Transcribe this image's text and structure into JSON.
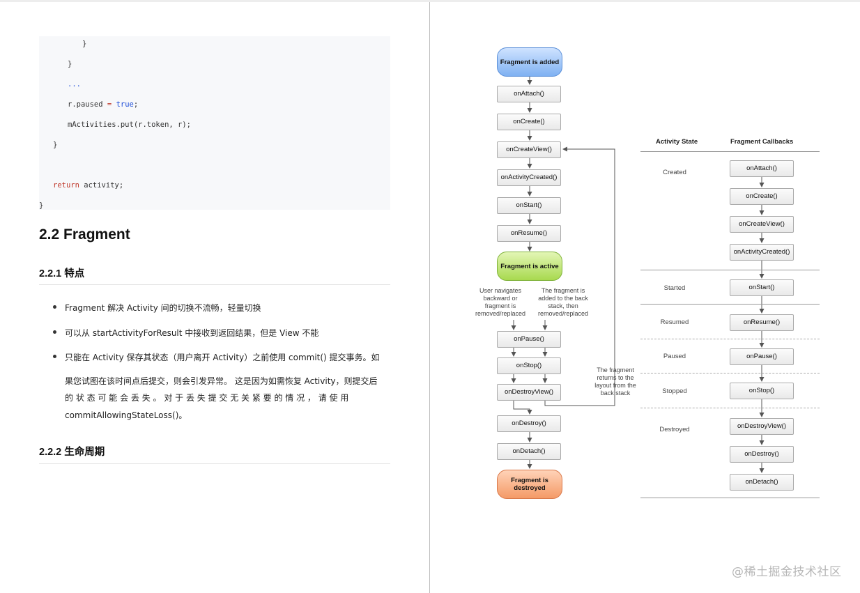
{
  "code": {
    "lines": [
      "}",
      "}",
      "...",
      "r.paused = true;",
      "mActivities.put(r.token, r);",
      "}",
      "return activity;",
      "}"
    ]
  },
  "section": {
    "title": "2.2 Fragment",
    "sub1_title": "2.2.1  特点",
    "bullets": [
      "Fragment  解决  Activity  间的切换不流畅，轻量切换",
      "可以从  startActivityForResult  中接收到返回结果，但是 View 不能",
      "只能在  Activity  保存其状态（用户离开  Activity）之前使用  commit()  提交事务。如",
      "果您试图在该时间点后提交，则会引发异常。  这是因为如需恢复 Activity，则提交后",
      "的 状 态 可 能 会 丢 失 。    对 于 丢 失 提 交 无 关 紧 要 的 情 况 ， 请 使 用",
      "commitAllowingStateLoss()。"
    ],
    "sub2_title": "2.2.2  生命周期"
  },
  "flow": {
    "start": "Fragment is added",
    "active": "Fragment is active",
    "end": "Fragment is destroyed",
    "nodes": [
      "onAttach()",
      "onCreate()",
      "onCreateView()",
      "onActivityCreated()",
      "onStart()",
      "onResume()",
      "onPause()",
      "onStop()",
      "onDestroyView()",
      "onDestroy()",
      "onDetach()"
    ],
    "note_back": "User navigates backward or fragment is removed/replaced",
    "note_stack": "The fragment is added to the back stack, then removed/replaced",
    "note_return": "The fragment returns to the layout from the back stack"
  },
  "table": {
    "col1": "Activity State",
    "col2": "Fragment Callbacks",
    "states": [
      "Created",
      "Started",
      "Resumed",
      "Paused",
      "Stopped",
      "Destroyed"
    ],
    "callbacks": [
      "onAttach()",
      "onCreate()",
      "onCreateView()",
      "onActivityCreated()",
      "onStart()",
      "onResume()",
      "onPause()",
      "onStop()",
      "onDestroyView()",
      "onDestroy()",
      "onDetach()"
    ]
  },
  "watermark": "@稀土掘金技术社区"
}
